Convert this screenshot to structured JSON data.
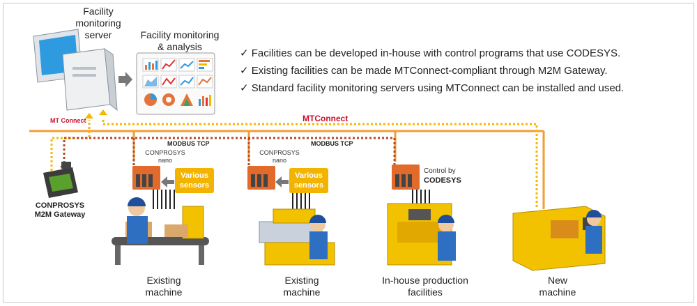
{
  "server": {
    "title": "Facility\nmonitoring\nserver"
  },
  "analysis": {
    "title": "Facility monitoring\n& analysis"
  },
  "protocols": {
    "mt_connect_small": "MT Connect",
    "mtconnect_main": "MTConnect",
    "modbus_1": "MODBUS TCP",
    "modbus_2": "MODBUS TCP"
  },
  "bullets": [
    "✓ Facilities can be developed in-house with control programs that use CODESYS.",
    "✓ Existing facilities can be made MTConnect-compliant through M2M Gateway.",
    "✓ Standard facility monitoring servers using MTConnect can be installed and used."
  ],
  "devices": {
    "gateway": "CONPROSYS\nM2M Gateway",
    "nano_1": "CONPROSYS\nnano",
    "nano_2": "CONPROSYS\nnano",
    "control_by": "Control by",
    "codesys": "CODESYS"
  },
  "sensors": {
    "label_1": "Various\nsensors",
    "label_2": "Various\nsensors"
  },
  "machines": [
    "Existing\nmachine",
    "Existing\nmachine",
    "In-house production\nfacilities",
    "New\nmachine"
  ],
  "colors": {
    "network_line": "#f39c33",
    "mtconnect_dotted": "#f5b800",
    "modbus_dotted": "#b5492a",
    "protocol_red": "#c8102e",
    "sensor_box": "#f2b400",
    "machine_yellow": "#f2c200"
  }
}
